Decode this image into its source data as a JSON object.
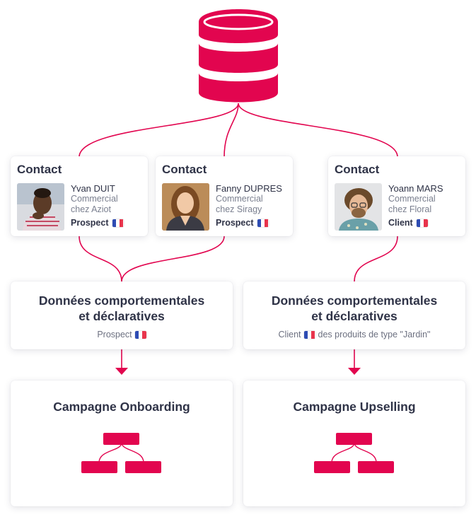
{
  "colors": {
    "accent": "#e2054f",
    "text": "#2f3347",
    "muted": "#7a7f8f"
  },
  "database": {
    "icon": "database-icon"
  },
  "contacts": [
    {
      "title": "Contact",
      "name": "Yvan DUIT",
      "job_line1": "Commercial",
      "job_line2": "chez Aziot",
      "status": "Prospect",
      "flag": "france-flag"
    },
    {
      "title": "Contact",
      "name": "Fanny DUPRES",
      "job_line1": "Commercial",
      "job_line2": "chez Siragy",
      "status": "Prospect",
      "flag": "france-flag"
    },
    {
      "title": "Contact",
      "name": "Yoann MARS",
      "job_line1": "Commercial",
      "job_line2": "chez Floral",
      "status": "Client",
      "flag": "france-flag"
    }
  ],
  "data_cards": [
    {
      "title_line1": "Données comportementales",
      "title_line2": "et déclaratives",
      "sub_before": "Prospect",
      "sub_after": ""
    },
    {
      "title_line1": "Données comportementales",
      "title_line2": "et déclaratives",
      "sub_before": "Client",
      "sub_after": "des produits de type \"Jardin\""
    }
  ],
  "campaigns": [
    {
      "title": "Campagne Onboarding",
      "icon": "flow-tree-icon"
    },
    {
      "title": "Campagne Upselling",
      "icon": "flow-tree-icon"
    }
  ]
}
